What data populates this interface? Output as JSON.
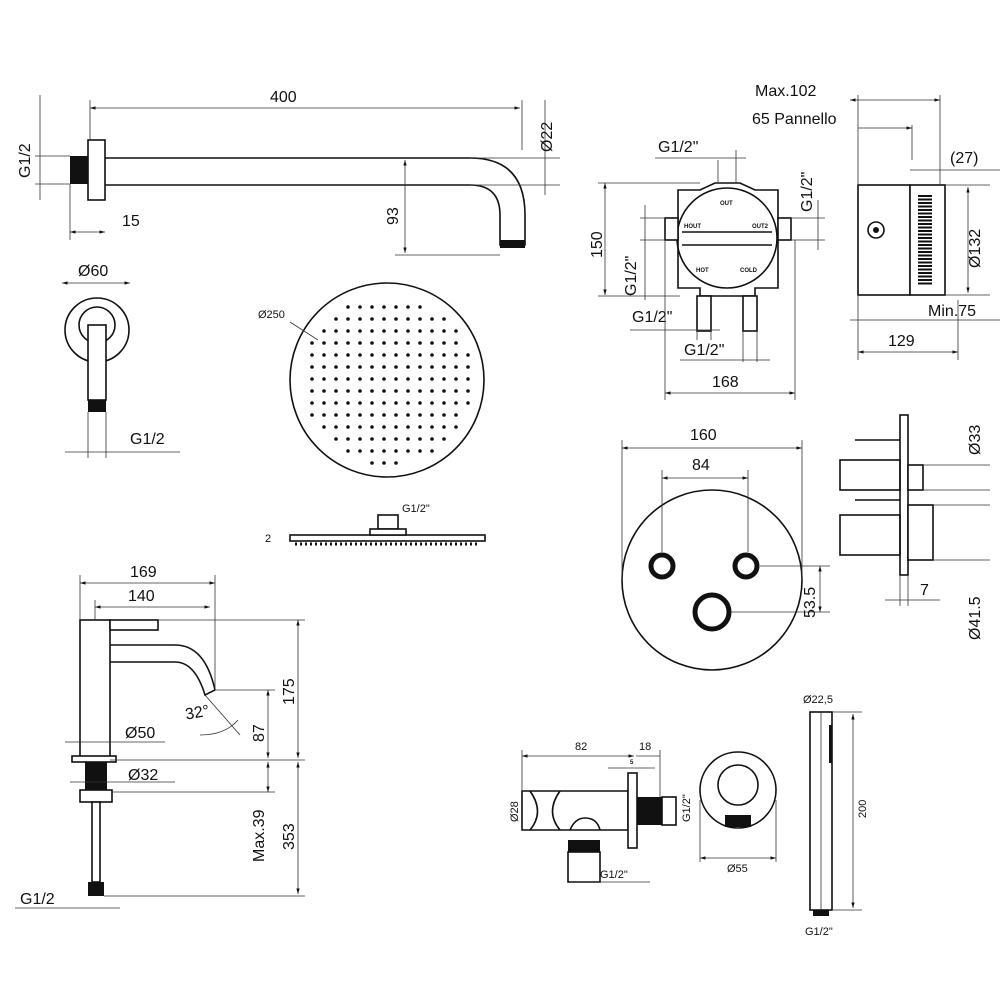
{
  "shower_arm": {
    "length": "400",
    "diameter": "Ø22",
    "drop": "93",
    "flange": "15",
    "thread": "G1/2"
  },
  "wall_elbow": {
    "diameter": "Ø60",
    "thread": "G1/2"
  },
  "rain_shower": {
    "diameter": "Ø250",
    "thread": "G1/2\"",
    "thickness": "2"
  },
  "box_front": {
    "height": "150",
    "width": "168",
    "thread_top": "G1/2\"",
    "thread_right": "G1/2\"",
    "thread_left": "G1/2\"",
    "thread_bottom_1": "G1/2\"",
    "thread_bottom_2": "G1/2\"",
    "port_out": "OUT",
    "port_hout": "HOUT",
    "port_out2": "OUT2",
    "port_hot": "HOT",
    "port_cold": "COLD"
  },
  "box_side": {
    "max": "Max.102",
    "panel": "65 Pannello",
    "offset": "(27)",
    "diameter": "Ø132",
    "min": "Min.75",
    "depth": "129"
  },
  "mixer_plate": {
    "diameter": "160",
    "spacing": "84",
    "knob_height": "53.5"
  },
  "mixer_side": {
    "d1": "Ø33",
    "d2": "Ø41.5",
    "depth": "7"
  },
  "basin_mixer": {
    "reach": "169",
    "spout": "140",
    "angle": "32°",
    "spout_height": "87",
    "height": "175",
    "base": "Ø50",
    "shank": "Ø32",
    "max_thickness": "Max.39",
    "total": "353",
    "thread": "G1/2"
  },
  "holder": {
    "length": "82",
    "flange": "18",
    "gap": "5",
    "diameter": "Ø28",
    "thread_out": "G1/2\"",
    "thread_in": "G1/2\""
  },
  "wall_outlet": {
    "diameter": "Ø55"
  },
  "hand_shower": {
    "diameter": "Ø22,5",
    "length": "200",
    "thread": "G1/2\""
  }
}
